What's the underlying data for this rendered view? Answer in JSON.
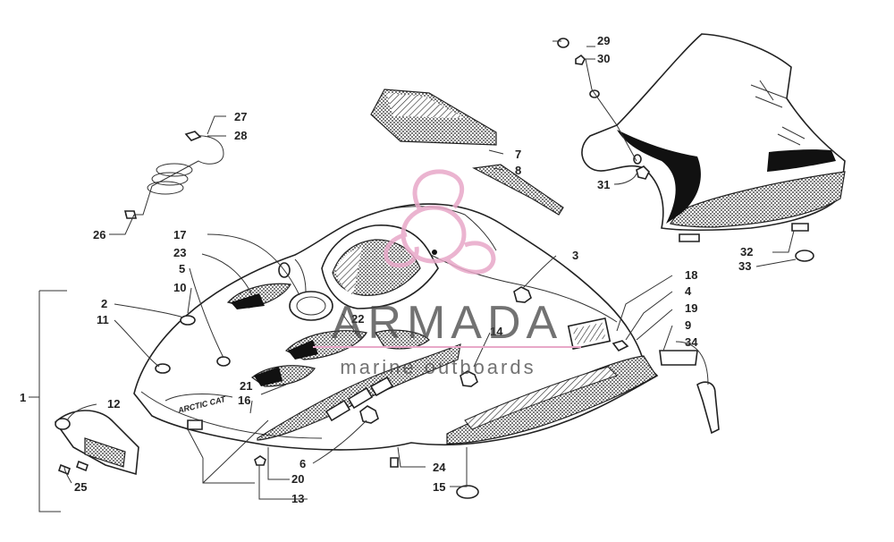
{
  "watermark": {
    "brand": "ARMADA",
    "tagline": "marine outboards",
    "accent_color": "#e8a8c8"
  },
  "decal_text": {
    "hood_logo": "ARCTIC CAT"
  },
  "callouts": [
    "1",
    "2",
    "3",
    "4",
    "5",
    "6",
    "7",
    "8",
    "9",
    "10",
    "11",
    "12",
    "13",
    "14",
    "15",
    "16",
    "17",
    "18",
    "19",
    "20",
    "21",
    "22",
    "23",
    "24",
    "25",
    "26",
    "27",
    "28",
    "29",
    "30",
    "31",
    "32",
    "33",
    "34"
  ]
}
